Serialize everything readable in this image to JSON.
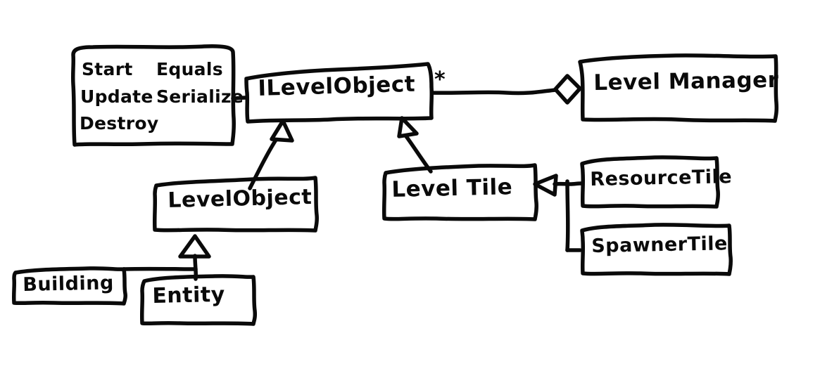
{
  "diagram": {
    "title": "Level system UML class sketch",
    "style": "hand-drawn whiteboard sketch",
    "ink_color": "#0a0a0a",
    "background_color": "#ffffff"
  },
  "nodes": {
    "methods_box": {
      "name": "methods-box",
      "rows": [
        {
          "left": "Start",
          "right": "Equals"
        },
        {
          "left": "Update",
          "right": "Serialize"
        },
        {
          "left": "Destroy",
          "right": ""
        }
      ]
    },
    "ilevelobject": {
      "label": "ILevelObject"
    },
    "levelmanager": {
      "label": "Level Manager"
    },
    "levelobject": {
      "label": "LevelObject"
    },
    "leveltile": {
      "label": "Level Tile"
    },
    "resourcetile": {
      "label": "ResourceTile"
    },
    "spawnertile": {
      "label": "SpawnerTile"
    },
    "building": {
      "label": "Building"
    },
    "entity": {
      "label": "Entity"
    }
  },
  "edges": {
    "ilevelobject_to_levelmanager": {
      "name": "aggregation-ilevelobject-levelmanager",
      "multiplicity": "*",
      "arrow": "hollow-diamond-aggregation",
      "from": "ILevelObject",
      "to": "Level Manager"
    },
    "levelobject_to_ilevelobject": {
      "name": "generalization-levelobject-ilevelobject",
      "arrow": "hollow-triangle-generalization",
      "from": "LevelObject",
      "to": "ILevelObject"
    },
    "leveltile_to_ilevelobject": {
      "name": "generalization-leveltile-ilevelobject",
      "arrow": "hollow-triangle-generalization",
      "from": "Level Tile",
      "to": "ILevelObject"
    },
    "resourcetile_to_leveltile": {
      "name": "generalization-resourcetile-leveltile",
      "arrow": "hollow-triangle-generalization",
      "from": "ResourceTile",
      "to": "Level Tile"
    },
    "spawnertile_to_leveltile": {
      "name": "generalization-spawnertile-leveltile",
      "arrow": "hollow-triangle-generalization",
      "from": "SpawnerTile",
      "to": "Level Tile"
    },
    "building_to_levelobject": {
      "name": "generalization-building-levelobject",
      "arrow": "hollow-triangle-generalization",
      "from": "Building",
      "to": "LevelObject"
    },
    "entity_to_levelobject": {
      "name": "generalization-entity-levelobject",
      "arrow": "hollow-triangle-generalization",
      "from": "Entity",
      "to": "LevelObject"
    },
    "methods_to_ilevelobject": {
      "name": "note-link-methods-ilevelobject",
      "arrow": "plain-line",
      "from": "methods-box",
      "to": "ILevelObject"
    }
  }
}
